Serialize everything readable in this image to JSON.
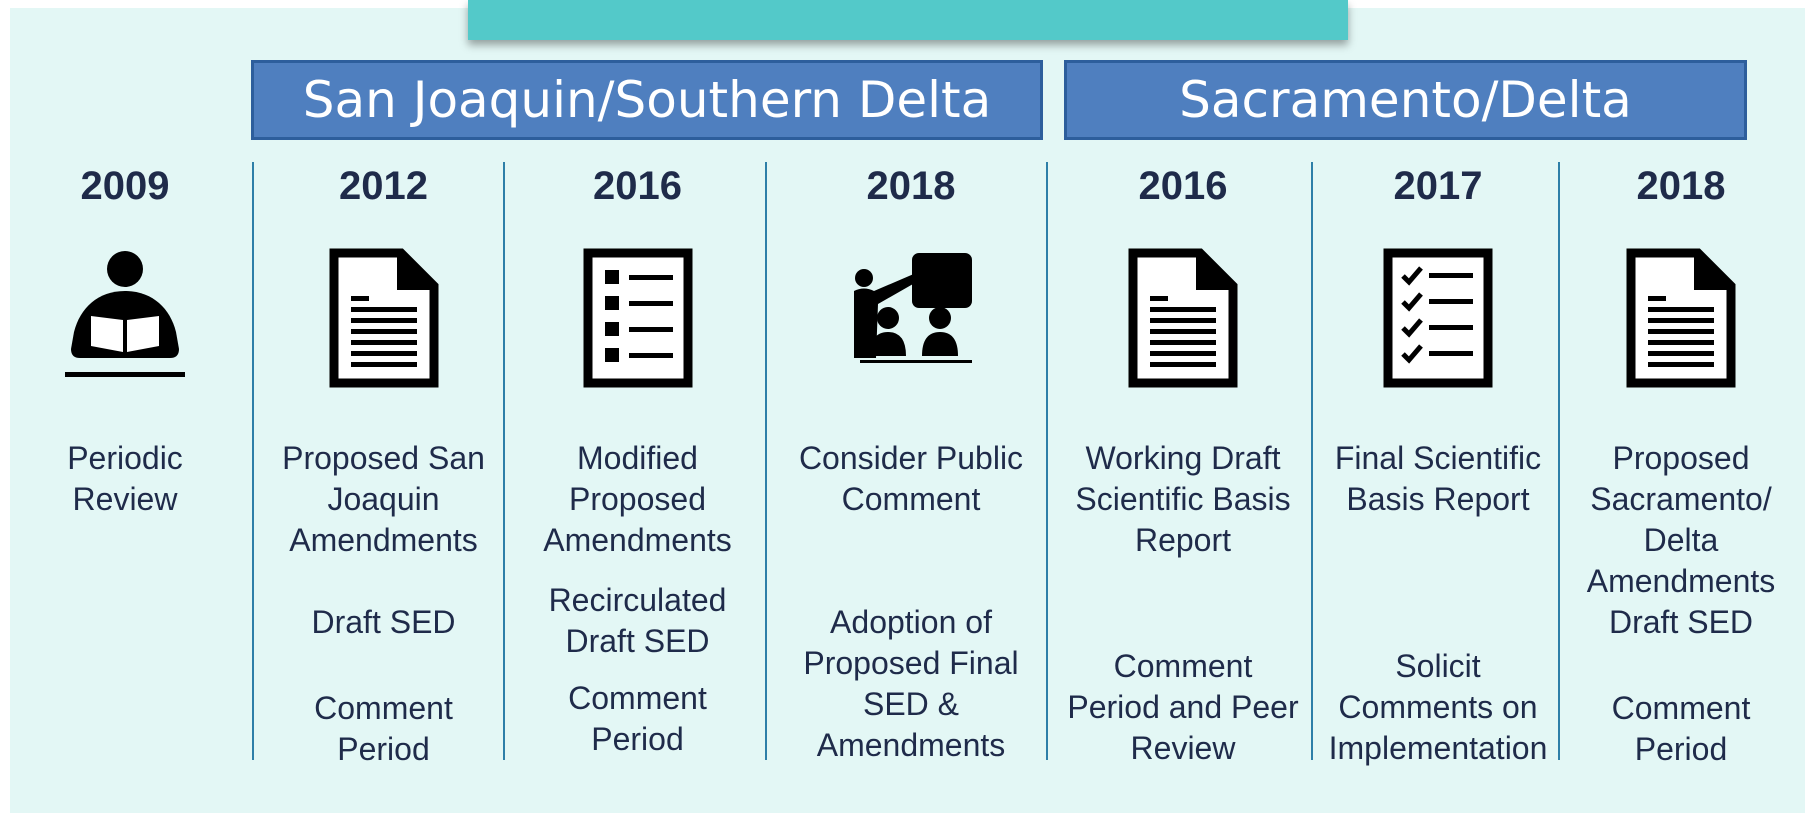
{
  "groups": {
    "san_joaquin": "San Joaquin/Southern Delta",
    "sacramento": "Sacramento/Delta"
  },
  "columns": [
    {
      "year": "2009",
      "icon": "reading-person-icon",
      "items": [
        "Periodic Review"
      ]
    },
    {
      "year": "2012",
      "icon": "document-icon",
      "items": [
        "Proposed San Joaquin Amendments",
        "Draft SED",
        "Comment Period"
      ]
    },
    {
      "year": "2016",
      "icon": "list-icon",
      "items": [
        "Modified Proposed Amendments",
        "Recirculated Draft SED",
        "Comment Period"
      ]
    },
    {
      "year": "2018",
      "icon": "presentation-icon",
      "items": [
        "Consider Public Comment",
        "Adoption of Proposed Final SED & Amendments"
      ]
    },
    {
      "year": "2016",
      "icon": "document-icon",
      "items": [
        "Working Draft Scientific Basis Report",
        "Comment Period and Peer Review"
      ]
    },
    {
      "year": "2017",
      "icon": "checklist-icon",
      "items": [
        "Final Scientific Basis Report",
        "Solicit Comments on Implementation"
      ]
    },
    {
      "year": "2018",
      "icon": "document-icon",
      "items": [
        "Proposed Sacramento/ Delta Amendments",
        "Draft SED",
        "Comment Period"
      ]
    }
  ]
}
